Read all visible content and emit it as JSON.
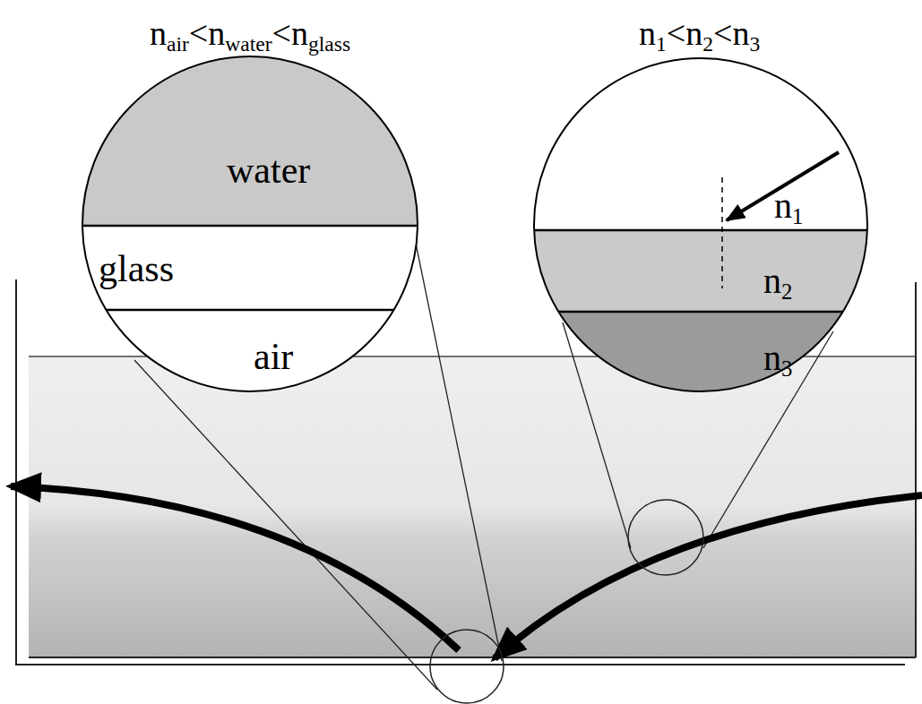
{
  "diagram": {
    "nodes": [
      {
        "text": [
          "water"
        ]
      },
      {
        "text": [
          "glass"
        ]
      },
      {
        "text": [
          "air"
        ]
      },
      {
        "text": [
          "n",
          "1"
        ]
      },
      {
        "text": [
          "n",
          "2"
        ]
      },
      {
        "text": [
          "n",
          "3"
        ]
      }
    ],
    "labels": [
      "n",
      "air",
      "<n",
      "water",
      "<n",
      "glass",
      "n",
      "1",
      "<n",
      "2",
      "<n",
      "3"
    ]
  }
}
